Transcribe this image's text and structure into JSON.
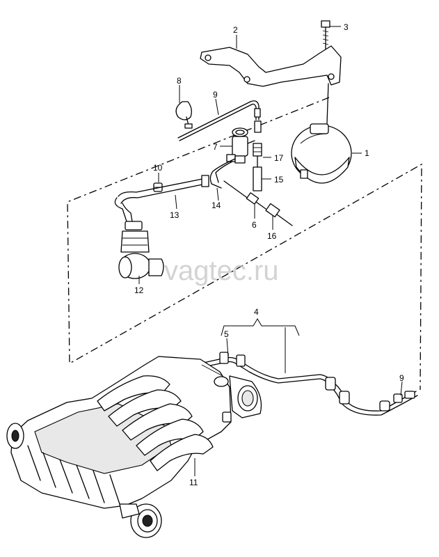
{
  "watermark": "vagtec.ru",
  "callouts": {
    "c1": "1",
    "c2": "2",
    "c3": "3",
    "c4": "4",
    "c5": "5",
    "c6": "6",
    "c7": "7",
    "c8": "8",
    "c9a": "9",
    "c9b": "9",
    "c10": "10",
    "c11": "11",
    "c12": "12",
    "c13": "13",
    "c14": "14",
    "c15": "15",
    "c16": "16",
    "c17": "17"
  }
}
